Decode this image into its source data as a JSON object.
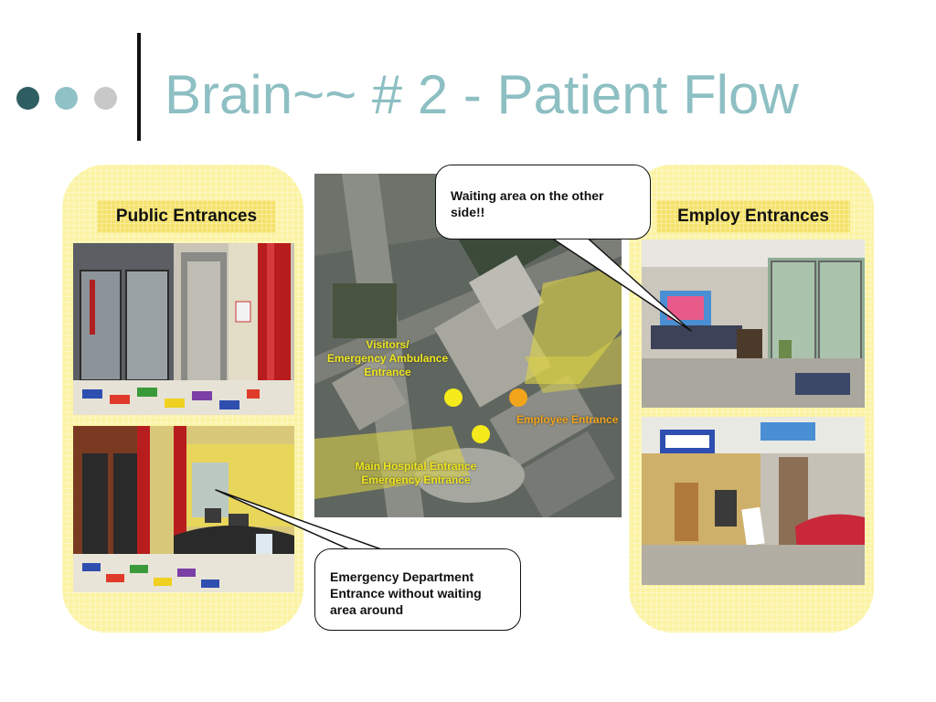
{
  "slide": {
    "title": "Brain~~ # 2 - Patient Flow"
  },
  "left_panel": {
    "label": "Public Entrances"
  },
  "right_panel": {
    "label": "Employ Entrances"
  },
  "map": {
    "visitors_label_line1": "Visitors/",
    "visitors_label_line2": "Emergency Ambulance",
    "visitors_label_line3": "Entrance",
    "employee_label": "Employee Entrance",
    "main_label_line1": "Main Hospital Entrance",
    "main_label_line2": "Emergency Entrance"
  },
  "callouts": {
    "top_line1": "Waiting area on the other",
    "top_line2": "side!!",
    "bottom_line1": "Emergency Department",
    "bottom_line2": "Entrance without waiting",
    "bottom_line3": "area around"
  },
  "colors": {
    "title": "#8dbfc3",
    "panel": "#fbf3a3",
    "map_marker_yellow": "#f5ea1c",
    "map_marker_orange": "#f2a51a"
  }
}
